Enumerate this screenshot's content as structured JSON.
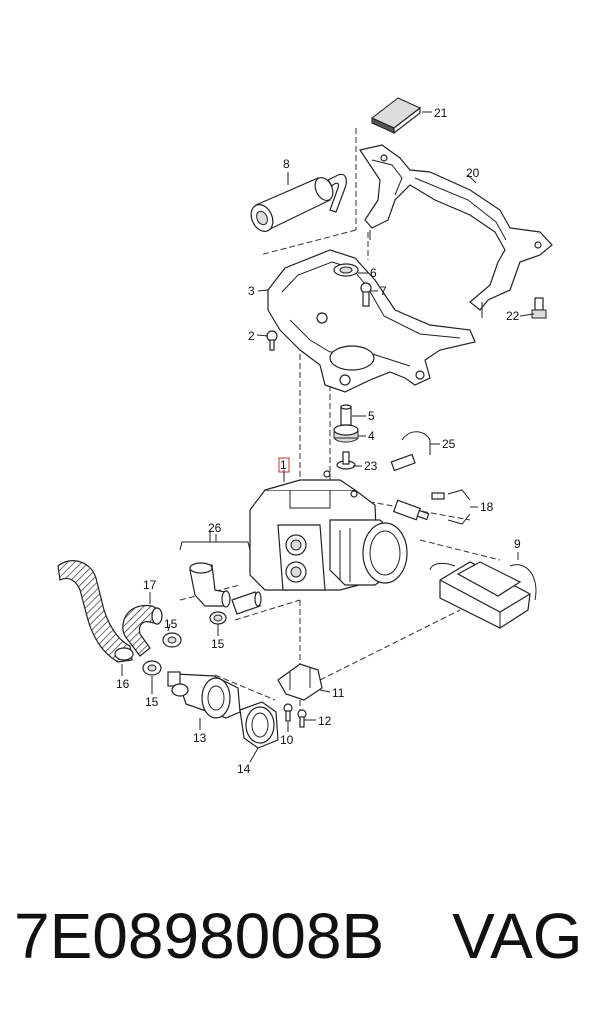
{
  "diagram": {
    "callouts": [
      "1",
      "2",
      "3",
      "4",
      "5",
      "6",
      "7",
      "8",
      "9",
      "10",
      "11",
      "12",
      "13",
      "14",
      "15",
      "15",
      "16",
      "17",
      "18",
      "20",
      "21",
      "22",
      "23",
      "25",
      "26"
    ]
  },
  "footer": {
    "part_number": "7E0898008B",
    "brand": "VAG"
  },
  "colors": {
    "ink": "#222222",
    "highlight_box": "#cc3333",
    "background": "#ffffff"
  }
}
